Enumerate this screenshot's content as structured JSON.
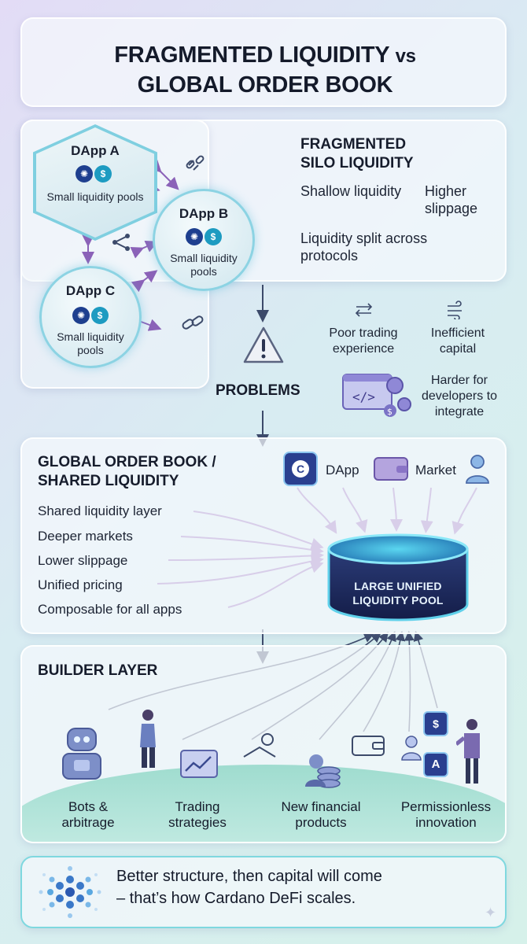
{
  "header": {
    "title_line1": "FRAGMENTED LIQUIDITY",
    "title_vs": "vs",
    "title_line2": "GLOBAL ORDER BOOK"
  },
  "fragmented": {
    "dapps": [
      {
        "name": "DApp A",
        "pool": "Small liquidity pools"
      },
      {
        "name": "DApp B",
        "pool": "Small liquidity pools"
      },
      {
        "name": "DApp C",
        "pool": "Small liquidity pools"
      }
    ],
    "heading_line1": "FRAGMENTED",
    "heading_line2": "SILO LIQUIDITY",
    "points": [
      "Shallow liquidity",
      "Higher slippage",
      "Liquidity split across protocols"
    ]
  },
  "problems": {
    "label": "PROBLEMS",
    "items": [
      "Poor trading experience",
      "Inefficient capital",
      "Harder for developers to integrate"
    ]
  },
  "global": {
    "heading_line1": "GLOBAL ORDER BOOK /",
    "heading_line2": "SHARED LIQUIDITY",
    "sources": [
      "DApp",
      "Market"
    ],
    "features": [
      "Shared liquidity layer",
      "Deeper markets",
      "Lower slippage",
      "Unified pricing",
      "Composable for all apps"
    ],
    "pool_line1": "LARGE UNIFIED",
    "pool_line2": "LIQUIDITY POOL"
  },
  "builder": {
    "heading": "BUILDER LAYER",
    "items": [
      "Bots & arbitrage",
      "Trading strategies",
      "New financial products",
      "Permissionless innovation"
    ]
  },
  "footer": {
    "line1": "Better structure, then capital will come",
    "line2": "– that’s how Cardano DeFi scales."
  },
  "colors": {
    "accent": "#3fb8d6",
    "arrow": "#8b62b8",
    "pool_dark": "#1b2a5e",
    "dapp_border": "#8cd3e3"
  }
}
